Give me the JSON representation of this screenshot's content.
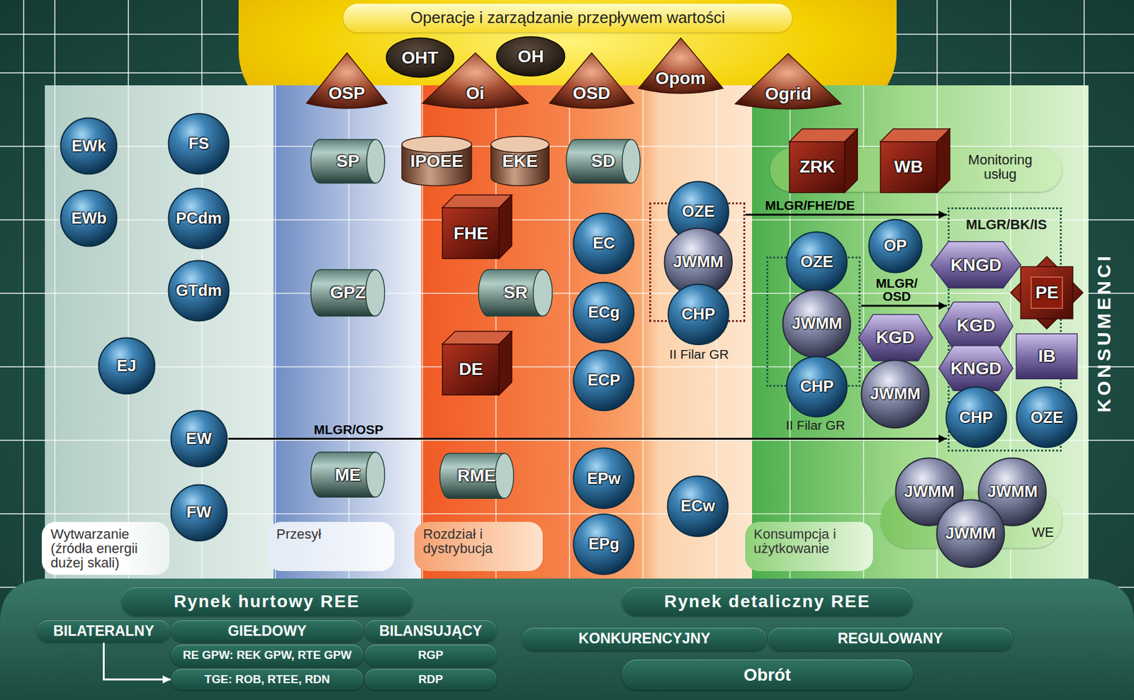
{
  "diagram": {
    "nodes": [
      {
        "text": [
          "Operacje i zarządzanie przepływem wartości"
        ]
      },
      {
        "text": [
          "OSP"
        ],
        "in": 0
      },
      {
        "text": [
          "OHT"
        ],
        "in": 0
      },
      {
        "text": [
          "Oi"
        ],
        "in": 0
      },
      {
        "text": [
          "OH"
        ],
        "in": 0
      },
      {
        "text": [
          "OSD"
        ],
        "in": 0
      },
      {
        "text": [
          "Opom"
        ],
        "in": 0
      },
      {
        "text": [
          "Ogrid"
        ],
        "in": 0
      },
      {
        "text": [
          "Wytwarzanie (źródła energii dużej skali)"
        ]
      },
      {
        "text": [
          "EWk"
        ],
        "in": 8
      },
      {
        "text": [
          "FS"
        ],
        "in": 8
      },
      {
        "text": [
          "EWb"
        ],
        "in": 8
      },
      {
        "text": [
          "PCdm"
        ],
        "in": 8
      },
      {
        "text": [
          "GTdm"
        ],
        "in": 8
      },
      {
        "text": [
          "EJ"
        ],
        "in": 8
      },
      {
        "text": [
          "EW"
        ],
        "in": 8
      },
      {
        "text": [
          "FW"
        ],
        "in": 8
      },
      {
        "text": [
          "Przesył"
        ]
      },
      {
        "text": [
          "SP"
        ],
        "in": 17
      },
      {
        "text": [
          "GPZ"
        ],
        "in": 17
      },
      {
        "text": [
          "ME"
        ],
        "in": 17
      },
      {
        "text": [
          "Rozdział i dystrybucja"
        ]
      },
      {
        "text": [
          "IPOEE"
        ],
        "in": 21
      },
      {
        "text": [
          "EKE"
        ],
        "in": 21
      },
      {
        "text": [
          "SD"
        ],
        "in": 21
      },
      {
        "text": [
          "FHE"
        ],
        "in": 21
      },
      {
        "text": [
          "SR"
        ],
        "in": 21
      },
      {
        "text": [
          "EC"
        ],
        "in": 21
      },
      {
        "text": [
          "II Filar GR"
        ],
        "in": 21
      },
      {
        "text": [
          "OZE"
        ],
        "in": 28
      },
      {
        "text": [
          "JWMM"
        ],
        "in": 28
      },
      {
        "text": [
          "CHP"
        ],
        "in": 28
      },
      {
        "text": [
          "ECg"
        ],
        "in": 21
      },
      {
        "text": [
          "DE"
        ],
        "in": 21
      },
      {
        "text": [
          "ECP"
        ],
        "in": 21
      },
      {
        "text": [
          "RME"
        ],
        "in": 21
      },
      {
        "text": [
          "EPw"
        ],
        "in": 21
      },
      {
        "text": [
          "ECw"
        ],
        "in": 21
      },
      {
        "text": [
          "EPg"
        ],
        "in": 21
      },
      {
        "text": [
          "Konsumpcja i użytkowanie"
        ]
      },
      {
        "text": [
          "Monitoring usług"
        ],
        "in": 39
      },
      {
        "text": [
          "ZRK"
        ],
        "in": 40
      },
      {
        "text": [
          "WB"
        ],
        "in": 40
      },
      {
        "text": [
          "OP"
        ],
        "in": 39
      },
      {
        "text": [
          "MLGR/BK/IS"
        ],
        "in": 39
      },
      {
        "text": [
          "KNGD"
        ],
        "in": 44
      },
      {
        "text": [
          "PE"
        ],
        "in": 44
      },
      {
        "text": [
          "II Filar GR"
        ],
        "in": 39
      },
      {
        "text": [
          "OZE"
        ],
        "in": 47
      },
      {
        "text": [
          "JWMM"
        ],
        "in": 47
      },
      {
        "text": [
          "CHP"
        ],
        "in": 47
      },
      {
        "text": [
          "KGD"
        ],
        "in": 39
      },
      {
        "text": [
          "KGD"
        ],
        "in": 44
      },
      {
        "text": [
          "IB"
        ],
        "in": 44
      },
      {
        "text": [
          "JWMM"
        ],
        "in": 39
      },
      {
        "text": [
          "KNGD"
        ],
        "in": 44
      },
      {
        "text": [
          "CHP"
        ],
        "in": 44
      },
      {
        "text": [
          "OZE"
        ],
        "in": 44
      },
      {
        "text": [
          "WE"
        ],
        "in": 39
      },
      {
        "text": [
          "JWMM"
        ],
        "in": 58
      },
      {
        "text": [
          "JWMM"
        ],
        "in": 58
      },
      {
        "text": [
          "JWMM"
        ],
        "in": 58
      },
      {
        "text": [
          "Rynek hurtowy REE"
        ]
      },
      {
        "text": [
          "BILATERALNY"
        ]
      },
      {
        "text": [
          "GIEŁDOWY"
        ]
      },
      {
        "text": [
          "BILANSUJĄCY"
        ]
      },
      {
        "text": [
          "RE GPW: REK GPW, RTE GPW"
        ]
      },
      {
        "text": [
          "RGP"
        ]
      },
      {
        "text": [
          "TGE: ROB, RTEE, RDN"
        ]
      },
      {
        "text": [
          "RDP"
        ]
      },
      {
        "text": [
          "Rynek detaliczny REE"
        ]
      },
      {
        "text": [
          "KONKURENCYJNY"
        ]
      },
      {
        "text": [
          "REGULOWANY"
        ]
      },
      {
        "text": [
          "Obrót"
        ]
      }
    ],
    "edges": [
      {
        "from": 15,
        "to": 44,
        "label": "MLGR/OSP",
        "arrow": "to"
      },
      {
        "from": 28,
        "to": 44,
        "label": "MLGR/FHE/DE",
        "arrow": "to"
      },
      {
        "from": 47,
        "to": 44,
        "label": "MLGR/ OSD",
        "arrow": "to"
      },
      {
        "from": 63,
        "to": 68,
        "arrow": "to"
      }
    ],
    "labels": [
      "KONSUMENCI"
    ]
  }
}
